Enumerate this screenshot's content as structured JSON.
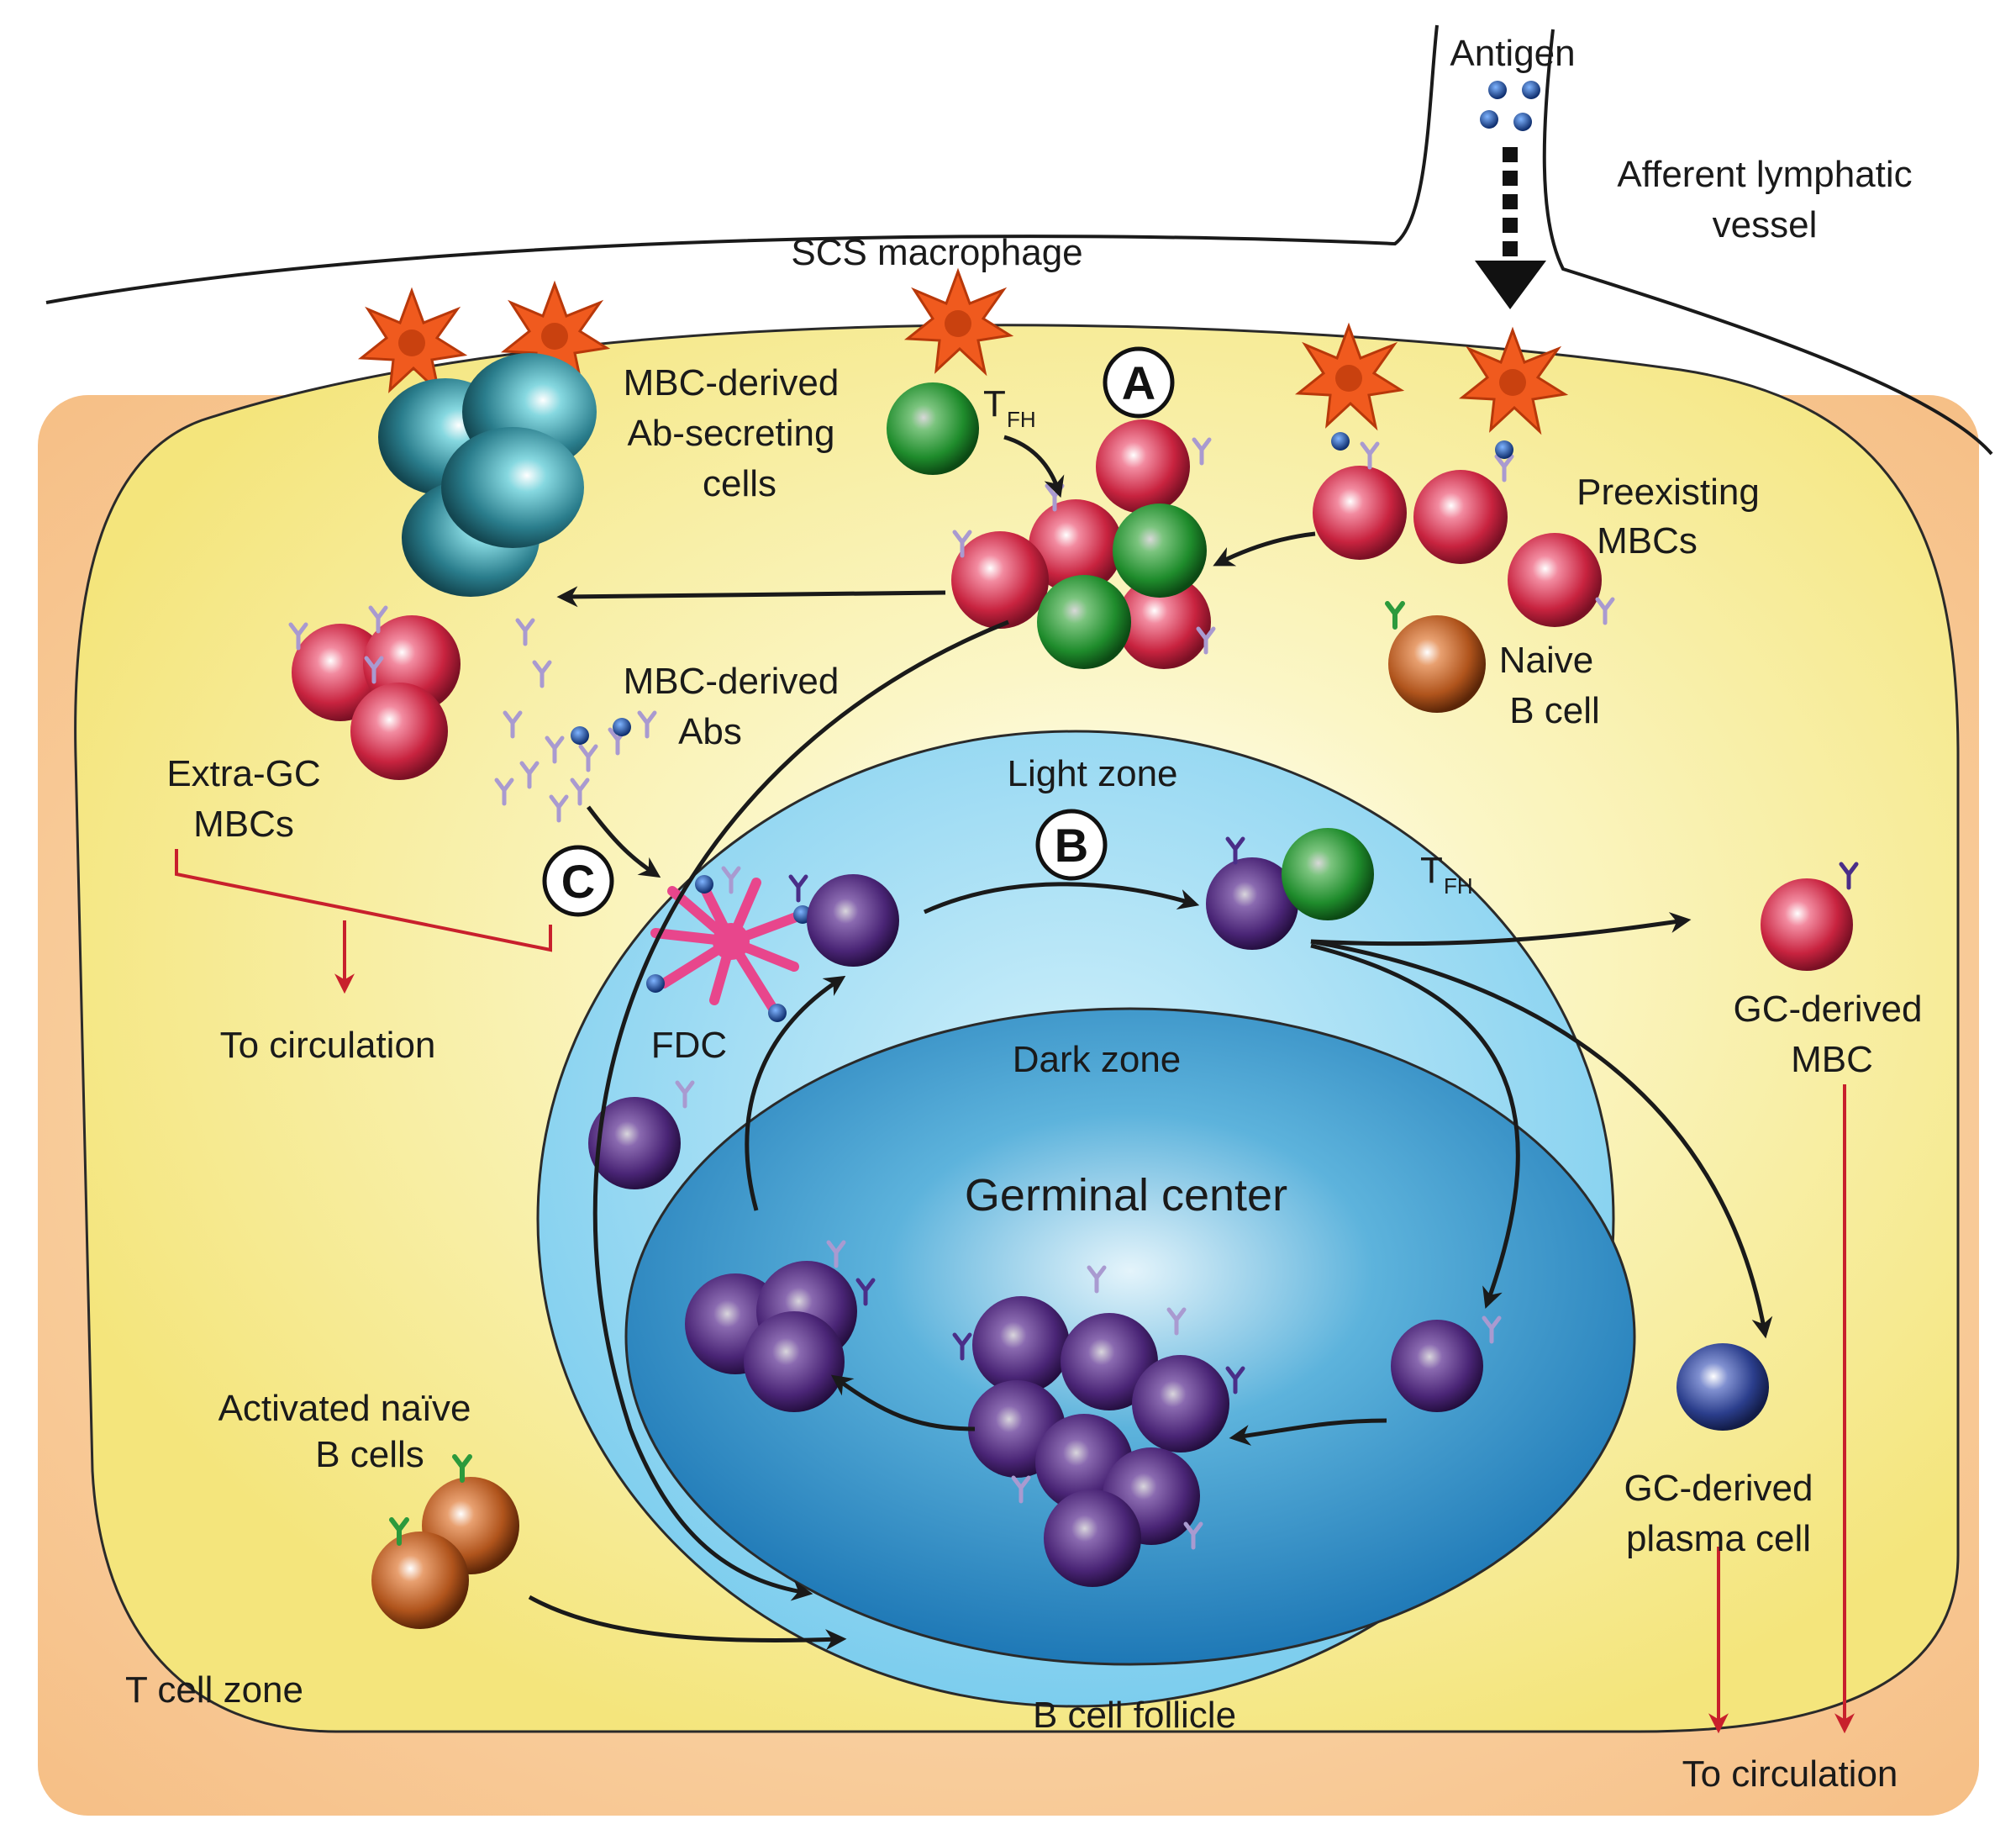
{
  "labels": {
    "antigen": "Antigen",
    "afferent_line1": "Afferent lymphatic",
    "afferent_line2": "vessel",
    "scs_macrophage": "SCS macrophage",
    "mbc_asc_line1": "MBC-derived",
    "mbc_asc_line2": "Ab-secreting",
    "mbc_asc_line3": "cells",
    "tfh_main": "T",
    "tfh_sub": "FH",
    "marker_a": "A",
    "marker_b": "B",
    "marker_c": "C",
    "preexisting_line1": "Preexisting",
    "preexisting_line2": "MBCs",
    "naive_line1": "Naive",
    "naive_line2": "B cell",
    "extra_gc_line1": "Extra-GC",
    "extra_gc_line2": "MBCs",
    "mbc_abs_line1": "MBC-derived",
    "mbc_abs_line2": "Abs",
    "to_circulation_left": "To circulation",
    "light_zone": "Light zone",
    "dark_zone": "Dark zone",
    "fdc": "FDC",
    "germinal_center": "Germinal center",
    "gc_mbc_line1": "GC-derived",
    "gc_mbc_line2": "MBC",
    "gc_plasma_line1": "GC-derived",
    "gc_plasma_line2": "plasma cell",
    "activated_line1": "Activated naïve",
    "activated_line2": "B cells",
    "t_cell_zone": "T cell zone",
    "b_cell_follicle": "B cell follicle",
    "to_circulation_right": "To circulation"
  },
  "colors": {
    "t_cell_zone": "#f7c48e",
    "b_cell_follicle": "#f6ec8e",
    "light_zone": "#8fd6f2",
    "dark_zone": "#2f92c8",
    "mbc_red": "#c8233f",
    "tfh_green": "#1f8c2c",
    "gc_purple": "#4a2576",
    "naive_brown": "#b0541c",
    "asc_teal": "#2a7d8c",
    "macrophage_orange": "#f05a1e",
    "fdc_pink": "#e8468c",
    "plasma_blue": "#2b3e8c",
    "arrow_red": "#c8202c",
    "arrow_black": "#1a1a1a"
  }
}
